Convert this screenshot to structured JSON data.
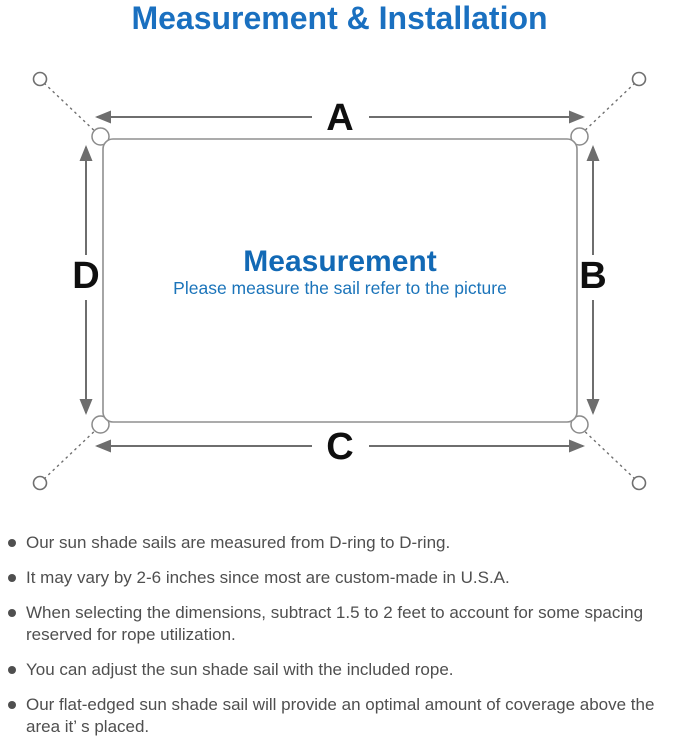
{
  "title": "Measurement & Installation",
  "colors": {
    "title_blue": "#1a70c0",
    "heading_blue": "#1269b5",
    "subtitle_blue": "#1b74ba",
    "line_gray": "#6e6e6e",
    "text_gray": "#4f4f4f"
  },
  "diagram": {
    "dimension_labels": {
      "top": "A",
      "right": "B",
      "bottom": "C",
      "left": "D"
    },
    "center_heading": "Measurement",
    "center_subtitle": "Please measure the sail refer to the picture"
  },
  "bullets": [
    "Our sun shade sails are measured from D-ring to D-ring.",
    "It may vary by 2-6 inches since most are custom-made in U.S.A.",
    "When selecting the dimensions, subtract 1.5 to 2 feet to account for some spacing reserved for rope utilization.",
    "You can adjust the sun shade sail with the included rope.",
    "Our flat-edged sun shade sail will provide an optimal amount of coverage above the area it’ s placed."
  ]
}
